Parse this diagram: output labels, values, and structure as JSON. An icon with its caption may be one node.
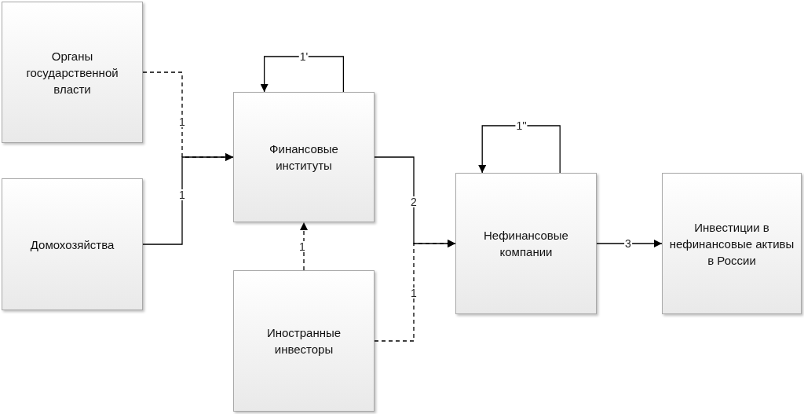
{
  "diagram": {
    "nodes": [
      {
        "text": [
          "Органы государственной власти"
        ]
      },
      {
        "text": [
          "Домохозяйства"
        ]
      },
      {
        "text": [
          "Финансовые институты"
        ]
      },
      {
        "text": [
          "Нефинансовые компании"
        ]
      },
      {
        "text": [
          "Иностранные инвесторы"
        ]
      },
      {
        "text": [
          "Инвестиции в нефинансовые активы в России"
        ]
      }
    ],
    "edges": [
      {
        "from": 0,
        "to": 2,
        "arrow": "to",
        "label": "1",
        "style": "dashed"
      },
      {
        "from": 1,
        "to": 2,
        "arrow": "to",
        "label": "1"
      },
      {
        "from": 4,
        "to": 2,
        "arrow": "to",
        "label": "1",
        "style": "dashed"
      },
      {
        "from": 2,
        "to": 3,
        "arrow": "to",
        "label": "2"
      },
      {
        "from": 4,
        "to": 3,
        "arrow": "to",
        "label": "1",
        "style": "dashed"
      },
      {
        "from": 2,
        "to": 2,
        "arrow": "to",
        "label": "1'"
      },
      {
        "from": 3,
        "to": 3,
        "arrow": "to",
        "label": "1''"
      },
      {
        "from": 3,
        "to": 5,
        "arrow": "to",
        "label": "3"
      }
    ]
  }
}
